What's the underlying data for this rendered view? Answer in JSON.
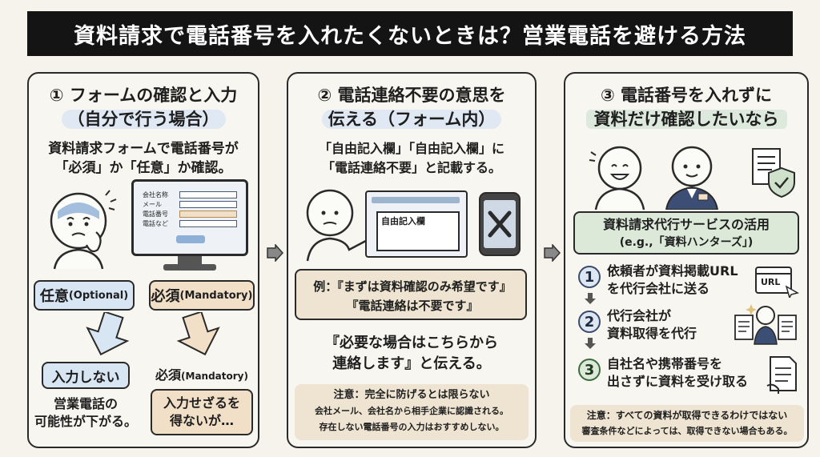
{
  "title": "資料請求で電話番号を入れたくないときは？営業電話を避ける方法",
  "panel1": {
    "heading_line1": "① フォームの確認と入力",
    "heading_line2": "（自分で行う場合）",
    "intro_line1": "資料請求フォームで電話番号が",
    "intro_line2": "「必須」か「任意」か確認。",
    "form_labels": [
      "会社名称",
      "メール",
      "電話番号",
      "電話など"
    ],
    "tag_optional_main": "任意",
    "tag_optional_sub": "(Optional)",
    "tag_mandatory_main": "必須",
    "tag_mandatory_sub": "(Mandatory)",
    "result_optional": "入力しない",
    "result_optional_note_line1": "営業電話の",
    "result_optional_note_line2": "可能性が下がる。",
    "result_mandatory_label_main": "必須",
    "result_mandatory_label_sub": "(Mandatory)",
    "result_mandatory_line1": "入力せざるを",
    "result_mandatory_line2": "得ないが…"
  },
  "panel2": {
    "heading_line1": "② 電話連絡不要の意思を",
    "heading_line2": "伝える（フォーム内）",
    "intro_line1": "「自由記入欄」「自由記入欄」に",
    "intro_line2": "「電話連絡不要」と記載する。",
    "form_field_label": "自由記入欄",
    "example_line1": "例：『まずは資料確認のみ希望です』",
    "example_line2": "『電話連絡は不要です』",
    "message_line1": "『必要な場合はこちらから",
    "message_line2": "連絡します』と伝える。",
    "note_line1": "注意：完全に防げるとは限らない",
    "note_line2": "会社メール、会社名から相手企業に認識される。",
    "note_line3": "存在しない電話番号の入力はおすすめしない。"
  },
  "panel3": {
    "heading_line1": "③ 電話番号を入れずに",
    "heading_line2": "資料だけ確認したいなら",
    "service_line1": "資料請求代行サービスの活用",
    "service_line2": "(e.g.,「資料ハンターズ」)",
    "url_label": "URL",
    "steps": [
      {
        "num": "1",
        "line1": "依頼者が資料掲載URL",
        "line2": "を代行会社に送る"
      },
      {
        "num": "2",
        "line1": "代行会社が",
        "line2": "資料取得を代行"
      },
      {
        "num": "3",
        "line1": "自社名や携帯番号を",
        "line2": "出さずに資料を受け取る"
      }
    ],
    "note_line1": "注意：すべての資料が取得できるわけではない",
    "note_line2": "審査条件などによっては、取得できない場合もある。"
  },
  "colors": {
    "title_bg": "#141414",
    "blue_tag": "#d8e5f3",
    "tan_tag": "#f2dfc7",
    "green_box": "#dce9d8",
    "note_bg": "#eee4d1"
  }
}
